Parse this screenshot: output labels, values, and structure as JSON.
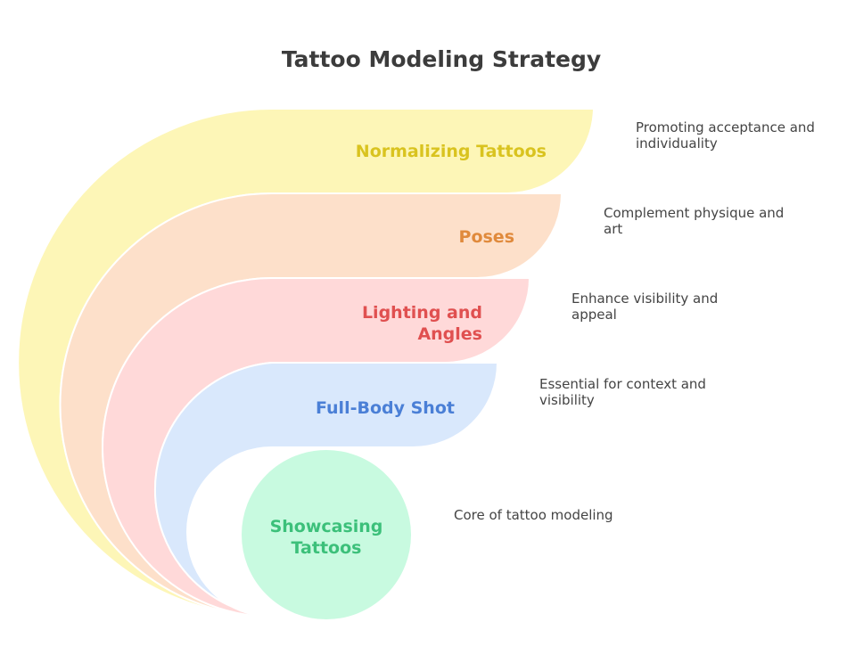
{
  "title": "Tattoo Modeling Strategy",
  "layers": [
    {
      "label": "Normalizing Tattoos",
      "description": "Promoting acceptance and individuality",
      "fill": "#fdf6b7",
      "text_color": "#d9c31f"
    },
    {
      "label": "Poses",
      "description": "Complement physique and art",
      "fill": "#fde0ca",
      "text_color": "#e08a3c"
    },
    {
      "label": "Lighting and Angles",
      "description": "Enhance visibility and appeal",
      "fill": "#ffd9d9",
      "text_color": "#e05050"
    },
    {
      "label": "Full-Body Shot",
      "description": "Essential for context and visibility",
      "fill": "#d9e8fc",
      "text_color": "#4a7fd6"
    },
    {
      "label": "Showcasing Tattoos",
      "description": "Core of tattoo modeling",
      "fill": "#c8fae0",
      "text_color": "#3cc07a"
    }
  ]
}
